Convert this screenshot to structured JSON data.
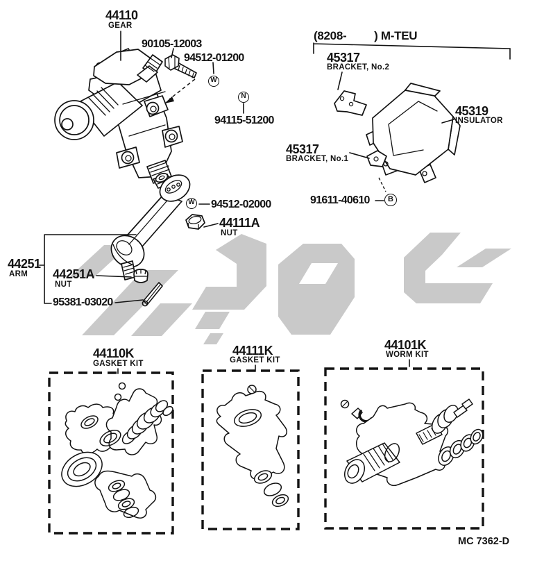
{
  "page": {
    "note": "(8208-         ) M-TEU",
    "footer_code": "MC 7362-D"
  },
  "colors": {
    "line": "#131313",
    "watermark": "#c9c9c9"
  },
  "labels": {
    "gear": {
      "number": "44110",
      "name": "GEAR"
    },
    "bolt": {
      "number": "90105-12003"
    },
    "washer_w1": {
      "number": "94512-01200"
    },
    "washer_n": {
      "number": "94115-51200"
    },
    "bracket2": {
      "number": "45317",
      "name": "BRACKET, No.2"
    },
    "insulator": {
      "number": "45319",
      "name": "INSULATOR"
    },
    "bracket1": {
      "number": "45317",
      "name": "BRACKET, No.1"
    },
    "bolt_b": {
      "number": "91611-40610"
    },
    "washer_w2": {
      "number": "94512-02000"
    },
    "nut": {
      "number": "44111A",
      "name": "NUT"
    },
    "arm": {
      "number": "44251",
      "name": "ARM"
    },
    "arm_nut": {
      "number": "44251A",
      "name": "NUT"
    },
    "cotter_pin": {
      "number": "95381-03020"
    },
    "gasket_kit1": {
      "number": "44110K",
      "name": "GASKET KIT"
    },
    "gasket_kit2": {
      "number": "44111K",
      "name": "GASKET KIT"
    },
    "worm_kit": {
      "number": "44101K",
      "name": "WORM KIT"
    }
  },
  "markers": {
    "w1": "W",
    "n": "N",
    "w2": "W",
    "b": "B"
  }
}
